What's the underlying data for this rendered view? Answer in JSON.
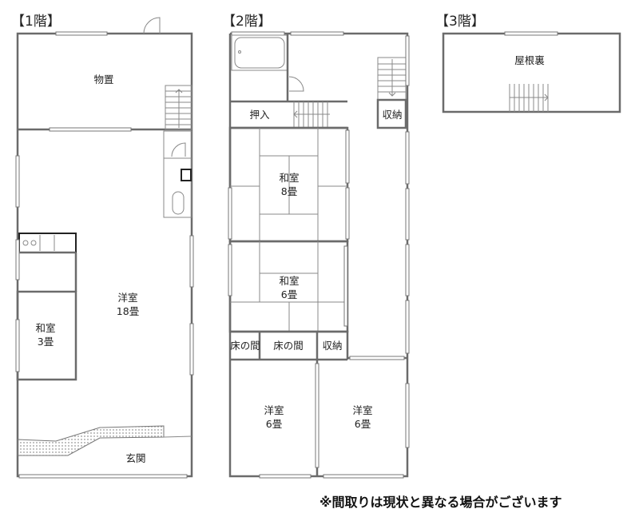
{
  "floors": [
    {
      "title": "【1階】",
      "rooms": [
        {
          "name": "物置"
        },
        {
          "name": "洋室",
          "size": "18畳"
        },
        {
          "name": "和室",
          "size": "3畳"
        },
        {
          "name": "玄関"
        }
      ]
    },
    {
      "title": "【2階】",
      "rooms": [
        {
          "name": "押入"
        },
        {
          "name": "収納"
        },
        {
          "name": "和室",
          "size": "8畳"
        },
        {
          "name": "和室",
          "size": "6畳"
        },
        {
          "name": "床の間"
        },
        {
          "name": "床の間"
        },
        {
          "name": "収納"
        },
        {
          "name": "洋室",
          "size": "6畳"
        },
        {
          "name": "洋室",
          "size": "6畳"
        }
      ]
    },
    {
      "title": "【3階】",
      "rooms": [
        {
          "name": "屋根裏"
        }
      ]
    }
  ],
  "note": "※間取りは現状と異なる場合がございます",
  "colors": {
    "wall": "#6b6b6b"
  }
}
